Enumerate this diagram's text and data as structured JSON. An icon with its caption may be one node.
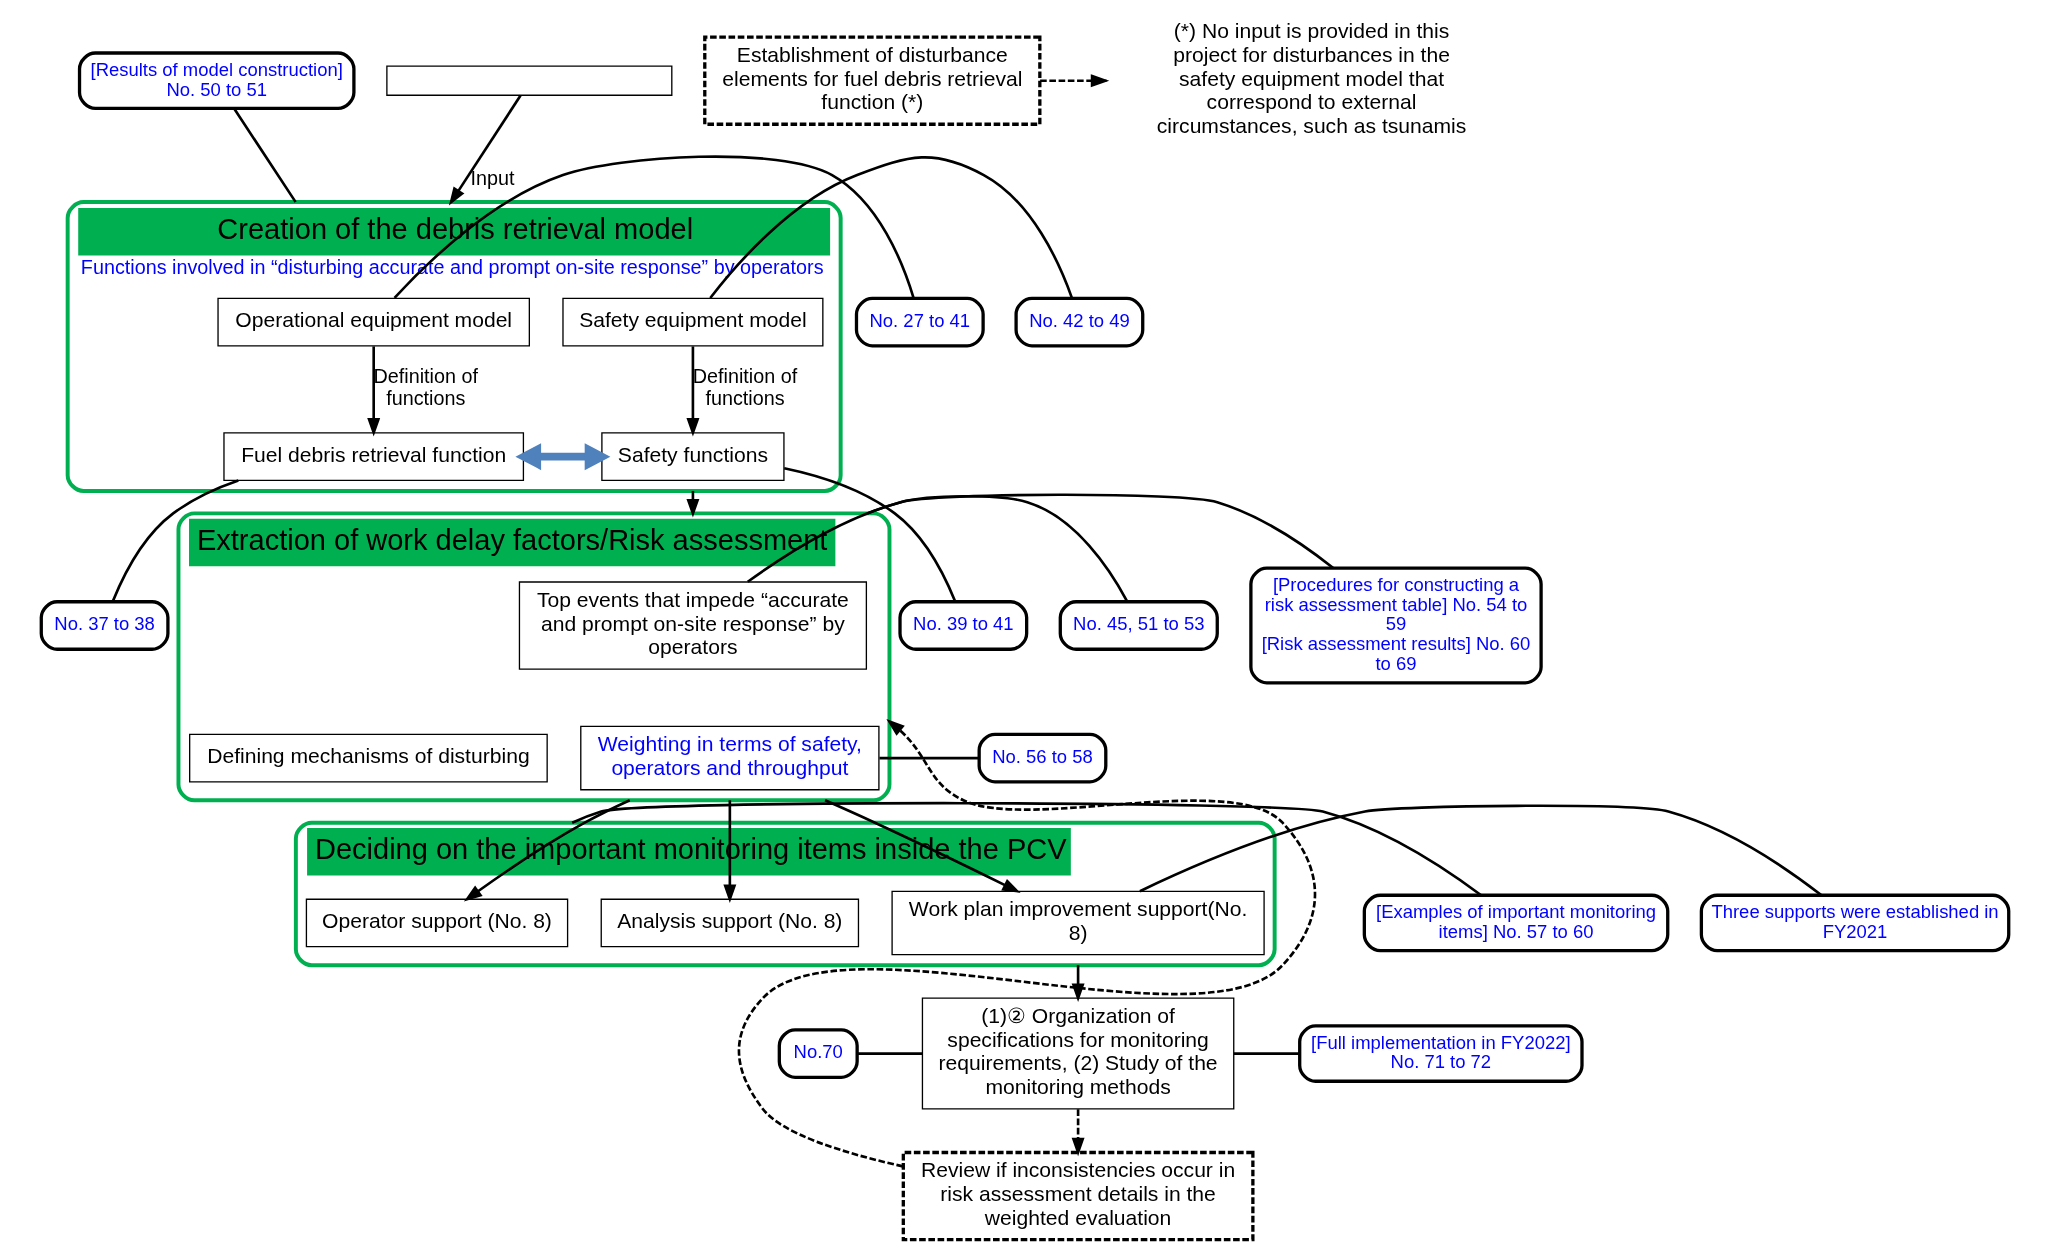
{
  "diagram": {
    "nodes": [
      {
        "text": [],
        "shape": "box"
      },
      {
        "text": [
          "Creation of the debris retrieval model",
          "Functions involved in “disturbing accurate and prompt on-site response” by operators"
        ]
      },
      {
        "text": [
          "Operational equipment model"
        ],
        "in": 1
      },
      {
        "text": [
          "Safety equipment model"
        ],
        "in": 1
      },
      {
        "text": [
          "Fuel debris retrieval function"
        ],
        "in": 1
      },
      {
        "text": [
          "Safety functions"
        ],
        "in": 1
      },
      {
        "text": [
          "Establishment of disturbance elements for fuel debris retrieval function (*)"
        ]
      },
      {
        "text": [
          "Extraction of work delay factors/Risk assessment"
        ]
      },
      {
        "text": [
          "Top events that impede “accurate and prompt on-site response” by operators"
        ],
        "in": 7
      },
      {
        "text": [
          "Defining mechanisms of disturbing"
        ],
        "in": 7
      },
      {
        "text": [
          "Weighting in terms of safety, operators and throughput"
        ],
        "in": 7
      },
      {
        "text": [
          "Deciding on the important monitoring items inside the PCV"
        ]
      },
      {
        "text": [
          "Operator support (No. 8)"
        ],
        "in": 11
      },
      {
        "text": [
          "Analysis support (No. 8)"
        ],
        "in": 11
      },
      {
        "text": [
          "Work plan improvement support(No. 8)"
        ],
        "in": 11
      },
      {
        "text": [
          "(1)② Organization of specifications for monitoring requirements, (2) Study of the monitoring methods"
        ]
      },
      {
        "text": [
          "Review if inconsistencies occur in risk assessment details in the weighted evaluation"
        ]
      },
      {
        "text": [
          "[Results of model construction] No. 50 to 51"
        ]
      },
      {
        "text": [
          "No. 27 to 41"
        ]
      },
      {
        "text": [
          "No. 42 to 49"
        ]
      },
      {
        "text": [
          "No. 37 to 38"
        ]
      },
      {
        "text": [
          "No. 39 to 41"
        ]
      },
      {
        "text": [
          "[Procedures for constructing a risk assessment table] No. 54 to 59",
          "[Risk assessment results] No. 60 to 69"
        ]
      },
      {
        "text": [
          "No. 45, 51 to 53"
        ]
      },
      {
        "text": [
          "No. 56 to 58"
        ]
      },
      {
        "text": [
          "[Examples of important monitoring items] No. 57 to 60"
        ]
      },
      {
        "text": [
          "Three supports were established in FY2021"
        ]
      },
      {
        "text": [
          "No.70"
        ]
      },
      {
        "text": [
          "[Full implementation in FY2022] No. 71 to 72"
        ]
      }
    ],
    "edges": [
      {
        "from": 0,
        "to": 1,
        "arrow": "to",
        "label": "Input"
      },
      {
        "from": 2,
        "to": 4,
        "arrow": "to",
        "label": "Definition of functions"
      },
      {
        "from": 3,
        "to": 5,
        "arrow": "to",
        "label": "Definition of functions"
      },
      {
        "from": 4,
        "to": 5,
        "arrow": "both",
        "style": "thick",
        "color": "#4f81bd"
      },
      {
        "from": 6,
        "to": null,
        "arrow": "to",
        "style": "dashed"
      },
      {
        "from": 1,
        "to": 7,
        "arrow": "to"
      },
      {
        "from": 16,
        "to": 7,
        "arrow": "to",
        "style": "dashed"
      },
      {
        "from": 7,
        "to": 12,
        "arrow": "to"
      },
      {
        "from": 7,
        "to": 13,
        "arrow": "to"
      },
      {
        "from": 7,
        "to": 14,
        "arrow": "to"
      },
      {
        "from": 11,
        "to": 15,
        "arrow": "to"
      },
      {
        "from": 15,
        "to": 16,
        "arrow": "to",
        "style": "dashed"
      },
      {
        "from": 17,
        "to": 1,
        "arrow": "none"
      },
      {
        "from": 18,
        "to": 2,
        "arrow": "none"
      },
      {
        "from": 19,
        "to": 3,
        "arrow": "none"
      },
      {
        "from": 20,
        "to": 4,
        "arrow": "none"
      },
      {
        "from": 21,
        "to": 5,
        "arrow": "none"
      },
      {
        "from": 22,
        "to": 7,
        "arrow": "none"
      },
      {
        "from": 23,
        "to": 8,
        "arrow": "none"
      },
      {
        "from": 24,
        "to": 10,
        "arrow": "none"
      },
      {
        "from": 25,
        "to": 11,
        "arrow": "none"
      },
      {
        "from": 26,
        "to": 14,
        "arrow": "none"
      },
      {
        "from": 27,
        "to": 15,
        "arrow": "none"
      },
      {
        "from": 28,
        "to": 15,
        "arrow": "none"
      }
    ],
    "labels": [
      "(*) No input is provided in this project for disturbances in the safety equipment model that correspond to external circumstances, such as tsunamis"
    ]
  }
}
